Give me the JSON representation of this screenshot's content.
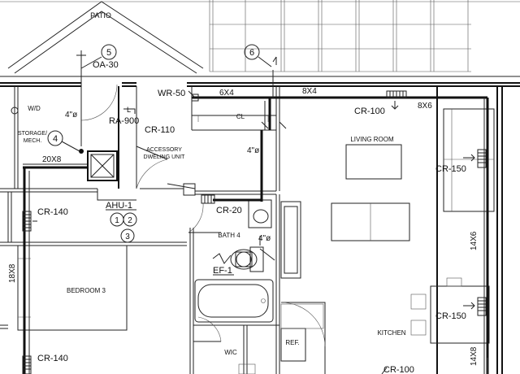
{
  "rooms": {
    "patio": "PATIO",
    "wd": "W/D",
    "storage_line1": "STORAGE/",
    "storage_line2": "MECH.",
    "adu_line1": "ACCESSORY",
    "adu_line2": "DWELING UNIT",
    "living_room": "LIVING ROOM",
    "bedroom": "BEDROOM 3",
    "bath": "BATH 4",
    "kitchen": "KITCHEN",
    "closet": "CL",
    "wic": "WIC",
    "fridge": "REF."
  },
  "equipment": {
    "ahu": "AHU-1",
    "fan": "EF-1"
  },
  "grilles": {
    "oa": "OA-30",
    "wr": "WR-50",
    "ra": "RA-900",
    "cr110": "CR-110",
    "cr100_top": "CR-100",
    "cr140_top": "CR-140",
    "cr20": "CR-20",
    "cr150_top": "CR-150",
    "cr150_bottom": "CR-150",
    "cr140_bottom": "CR-140",
    "cr100_bottom": "CR-100"
  },
  "duct_sizes": {
    "d6x4": "6X4",
    "d8x4": "8X4",
    "d8x6": "8X6",
    "d20x8": "20X8",
    "d18x8": "18X8",
    "d14x6": "14X6",
    "d14x8": "14X8",
    "d4a": "4\"ø",
    "d4b": "4\"ø",
    "d4c": "4\"ø"
  },
  "callouts": {
    "n5": "5",
    "n6": "6",
    "n4": "4",
    "n1": "1",
    "n2": "2",
    "n3": "3",
    "l_mark": "L"
  }
}
